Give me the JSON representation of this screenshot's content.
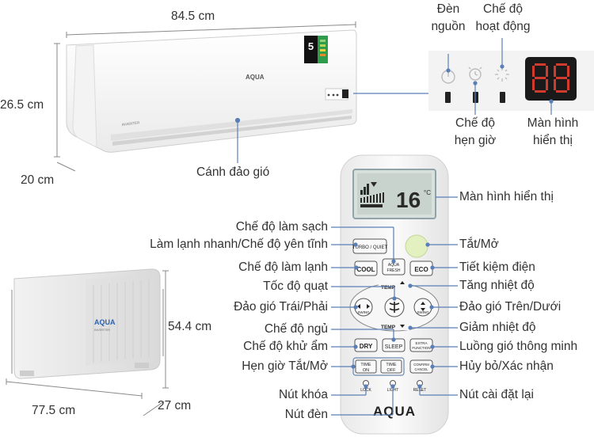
{
  "dimensions": {
    "indoor_width": "84.5 cm",
    "indoor_height": "26.5 cm",
    "indoor_depth": "20 cm",
    "outdoor_height": "54.4 cm",
    "outdoor_width": "77.5 cm",
    "outdoor_depth": "27 cm"
  },
  "indoor_labels": {
    "louver": "Cánh đảo gió"
  },
  "panel_labels": {
    "power_light_1": "Đèn",
    "power_light_2": "nguồn",
    "mode_1": "Chế độ",
    "mode_2": "hoạt động",
    "timer_1": "Chế độ",
    "timer_2": "hẹn giờ",
    "display_1": "Màn hình",
    "display_2": "hiển thị"
  },
  "remote": {
    "brand": "AQUA",
    "lcd_temp": "16",
    "buttons": {
      "turbo_quiet": "TURBO / QUIET",
      "aqua_fresh_1": "AQUA",
      "aqua_fresh_2": "FRESH",
      "cool": "COOL",
      "eco": "ECO",
      "temp_up": "TEMP",
      "temp_down": "TEMP",
      "swing_left": "SWING",
      "swing_right": "SWING",
      "dry": "DRY",
      "sleep": "SLEEP",
      "extra_1": "EXTRA",
      "extra_2": "FUNCTION",
      "time_on_1": "TIME",
      "time_on_2": "ON",
      "time_off_1": "TIME",
      "time_off_2": "OFF",
      "confirm_1": "CONFIRM",
      "confirm_2": "CANCEL",
      "lock": "LOCK",
      "light": "LIGHT",
      "reset": "RESET"
    }
  },
  "remote_labels": {
    "display": "Màn hình hiển thị",
    "clean": "Chế độ làm sạch",
    "turbo_quiet": "Làm lạnh nhanh/Chế độ yên tĩnh",
    "power": "Tắt/Mở",
    "cool": "Chế độ làm lạnh",
    "eco": "Tiết kiệm điện",
    "fan_speed": "Tốc độ quạt",
    "temp_up": "Tăng nhiệt độ",
    "swing_lr": "Đảo gió Trái/Phải",
    "swing_ud": "Đảo gió Trên/Dưới",
    "sleep": "Chế độ ngủ",
    "temp_down": "Giảm nhiệt độ",
    "dry": "Chế độ khử ẩm",
    "smart_air": "Luồng gió thông minh",
    "timer": "Hẹn giờ Tắt/Mở",
    "cancel_confirm": "Hủy bỏ/Xác nhận",
    "lock": "Nút khóa",
    "reset": "Nút cài đặt lại",
    "light": "Nút đèn"
  },
  "colors": {
    "connector": "#5a7fb6",
    "text": "#333333",
    "led_red": "#d23a2e",
    "lcd": "#c9d3ce",
    "power_button": "#e3f0bf"
  }
}
